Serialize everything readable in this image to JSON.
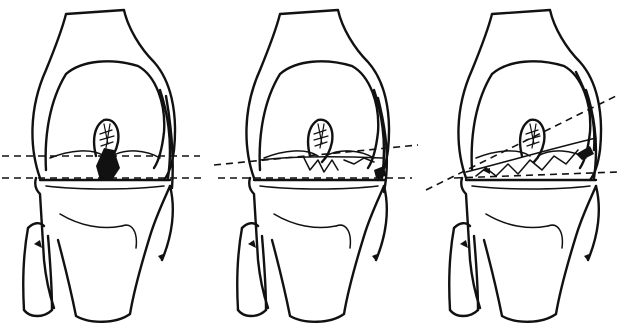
{
  "figure": {
    "panels": [
      {
        "id": "panel-1",
        "state": "parallel-joint-lines"
      },
      {
        "id": "panel-2",
        "state": "slight-medial-opening"
      },
      {
        "id": "panel-3",
        "state": "wide-medial-opening"
      }
    ],
    "colors": {
      "ink": "#111111",
      "background": "#ffffff"
    }
  }
}
